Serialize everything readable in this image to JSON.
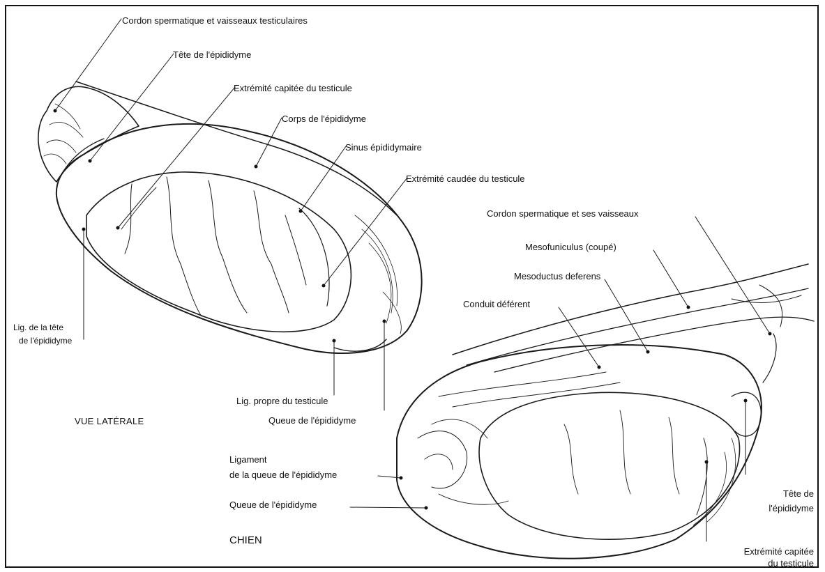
{
  "lateral": {
    "cordon": "Cordon spermatique et vaisseaux testiculaires",
    "tete_epididyme": "Tête de l'épididyme",
    "extremite_capitee": "Extrémité capitée du testicule",
    "corps_epididyme": "Corps de l'épididyme",
    "sinus": "Sinus épididymaire",
    "extremite_caudee": "Extrémité caudée du testicule",
    "lig_tete_1": "Lig. de la tête",
    "lig_tete_2": "de l'épididyme",
    "lig_propre": "Lig. propre du testicule",
    "queue_epididyme": "Queue de l'épididyme",
    "view_title": "VUE LATÉRALE"
  },
  "medial": {
    "cordon": "Cordon spermatique et ses vaisseaux",
    "mesofuniculus": "Mesofuniculus (coupé)",
    "mesoductus": "Mesoductus deferens",
    "conduit": "Conduit déférent",
    "lig_queue_1": "Ligament",
    "lig_queue_2": "de la queue de l'épididyme",
    "queue_epididyme": "Queue de l'épididyme",
    "tete_1": "Tête de",
    "tete_2": "l'épididyme",
    "extremite_1": "Extrémité capitée",
    "extremite_2": "du testicule",
    "species": "CHIEN"
  }
}
